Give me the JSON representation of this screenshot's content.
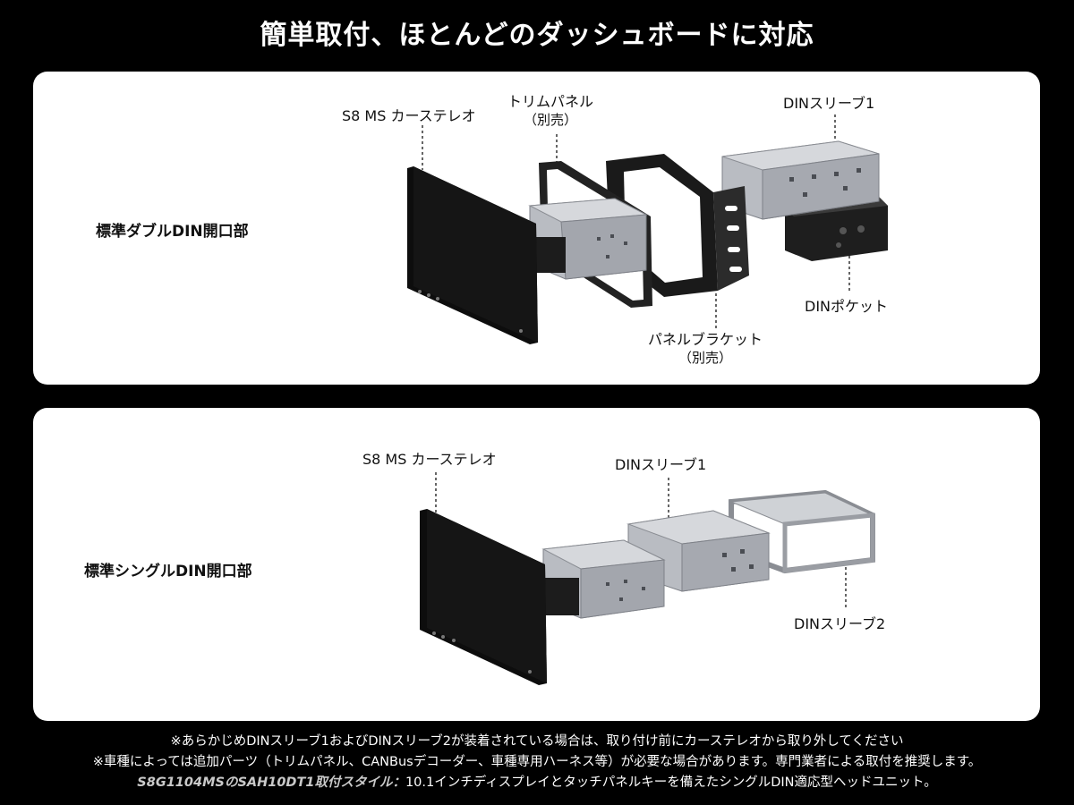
{
  "title": "簡単取付、ほとんどのダッシュボードに対応",
  "panels": {
    "double": {
      "label": "標準ダブルDIN開口部",
      "callouts": {
        "stereo": "S8 MS カーステレオ",
        "trim": "トリムパネル",
        "trim_sub": "（別売）",
        "sleeve1": "DINスリーブ1",
        "pocket": "DINポケット",
        "bracket": "パネルブラケット",
        "bracket_sub": "（別売）"
      }
    },
    "single": {
      "label": "標準シングルDIN開口部",
      "callouts": {
        "stereo": "S8 MS カーステレオ",
        "sleeve1": "DINスリーブ1",
        "sleeve2": "DINスリーブ2"
      }
    }
  },
  "notes": {
    "line1": "※あらかじめDINスリーブ1およびDINスリーブ2が装着されている場合は、取り付け前にカーステレオから取り外してください",
    "line2": "※車種によっては追加パーツ（トリムパネル、CANBusデコーダー、車種専用ハーネス等）が必要な場合があります。専門業者による取付を推奨します。",
    "line3_model": "S8G1104MSのSAH10DT1取付スタイル：",
    "line3_text": "10.1インチディスプレイとタッチパネルキーを備えたシングルDIN適応型ヘッドユニット。"
  }
}
